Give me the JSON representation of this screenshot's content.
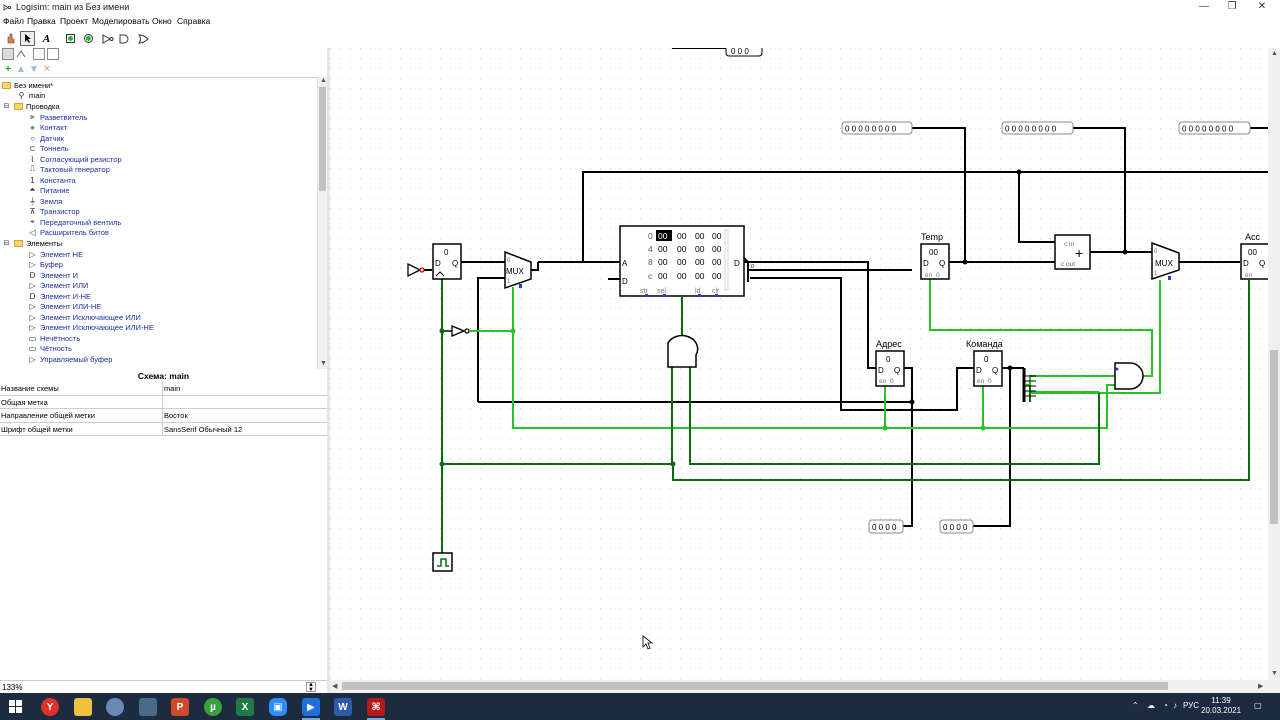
{
  "window": {
    "title": "Logisim: main из Без имени",
    "min_icon": "minimize-icon",
    "max_icon": "maximize-icon",
    "close_icon": "close-icon"
  },
  "menu": [
    "Файл",
    "Правка",
    "Проект",
    "Моделировать",
    "Окно",
    "Справка"
  ],
  "toolbar": {
    "tools": [
      "poke-tool-icon",
      "select-tool-icon",
      "text-tool-icon",
      "input-pin-icon",
      "output-pin-icon",
      "not-gate-icon",
      "and-gate-icon",
      "or-gate-icon"
    ],
    "text_tool_label": "A"
  },
  "explorer": {
    "project": "Без имени*",
    "circuit": "main",
    "groups": [
      {
        "name": "Проводка",
        "items": [
          "Разветвитель",
          "Контакт",
          "Датчик",
          "Тоннель",
          "Согласующий резистор",
          "Тактовый генератор",
          "Константа",
          "Питание",
          "Земля",
          "Транзистор",
          "Передаточный вентиль",
          "Расширитель битов"
        ]
      },
      {
        "name": "Элементы",
        "items": [
          "Элемент НЕ",
          "Буфер",
          "Элемент И",
          "Элемент ИЛИ",
          "Элемент И-НЕ",
          "Элемент ИЛИ-НЕ",
          "Элемент Исключающее ИЛИ",
          "Элемент Исключающее ИЛИ-НЕ",
          "Нечётность",
          "Чётность",
          "Управляемый буфер"
        ]
      }
    ],
    "constant_glyph": "1"
  },
  "attributes": {
    "title": "Схема: main",
    "rows": [
      {
        "key": "Название схемы",
        "value": "main"
      },
      {
        "key": "Общая метка",
        "value": ""
      },
      {
        "key": "Направление общей метки",
        "value": "Восток"
      },
      {
        "key": "Шрифт общей метки",
        "value": "SansSerif Обычный 12"
      }
    ]
  },
  "zoom": "133%",
  "circuit": {
    "labels": {
      "temp": "Temp",
      "addr": "Адрес",
      "cmd": "Команда",
      "acc": "Acc",
      "mux": "MUX",
      "plus": "+"
    },
    "probes": {
      "top_probe_1": "0 0 0 0 0 0 0 0",
      "top_probe_2": "0 0 0 0 0 0 0 0",
      "top_probe_3": "0 0 0 0 0 0 0 0",
      "bottom_probe_1": "0 0 0 0",
      "bottom_probe_2": "0 0 0 0",
      "top_cut_probe": "0 0 0"
    },
    "ram": {
      "rows": [
        {
          "addr": "0",
          "cells": [
            "00",
            "00",
            "00",
            "00"
          ]
        },
        {
          "addr": "4",
          "cells": [
            "00",
            "00",
            "00",
            "00"
          ]
        },
        {
          "addr": "8",
          "cells": [
            "00",
            "00",
            "00",
            "00"
          ]
        },
        {
          "addr": "c",
          "cells": [
            "00",
            "00",
            "00",
            "00"
          ]
        }
      ],
      "port_a": "A",
      "port_d_left": "D",
      "port_d_right": "D",
      "bottom_pins": [
        "str",
        "sel",
        "ld",
        "clr"
      ]
    },
    "register_text": {
      "value": "00",
      "d": "D",
      "q": "Q",
      "en": "en",
      "zero": "0",
      "one": "1"
    },
    "adder": {
      "cin": "c in",
      "cout": "c out"
    },
    "colors": {
      "wire_black": "#000000",
      "wire_green": "#22c322",
      "wire_dark_green": "#0a6a0a",
      "pin_blue": "#2440c8",
      "grid_dot": "#bdbdbd",
      "ram_highlight": "#000000"
    }
  },
  "taskbar": {
    "apps": [
      "start-icon",
      "yandex-browser-icon",
      "file-explorer-icon",
      "app-icon-4",
      "app-icon-5",
      "powerpoint-icon",
      "utorrent-icon",
      "excel-icon",
      "zoom-icon",
      "media-player-icon",
      "word-icon",
      "acrobat-icon"
    ],
    "lang": "РУС",
    "time": "11:39",
    "date": "20.03.2021"
  }
}
